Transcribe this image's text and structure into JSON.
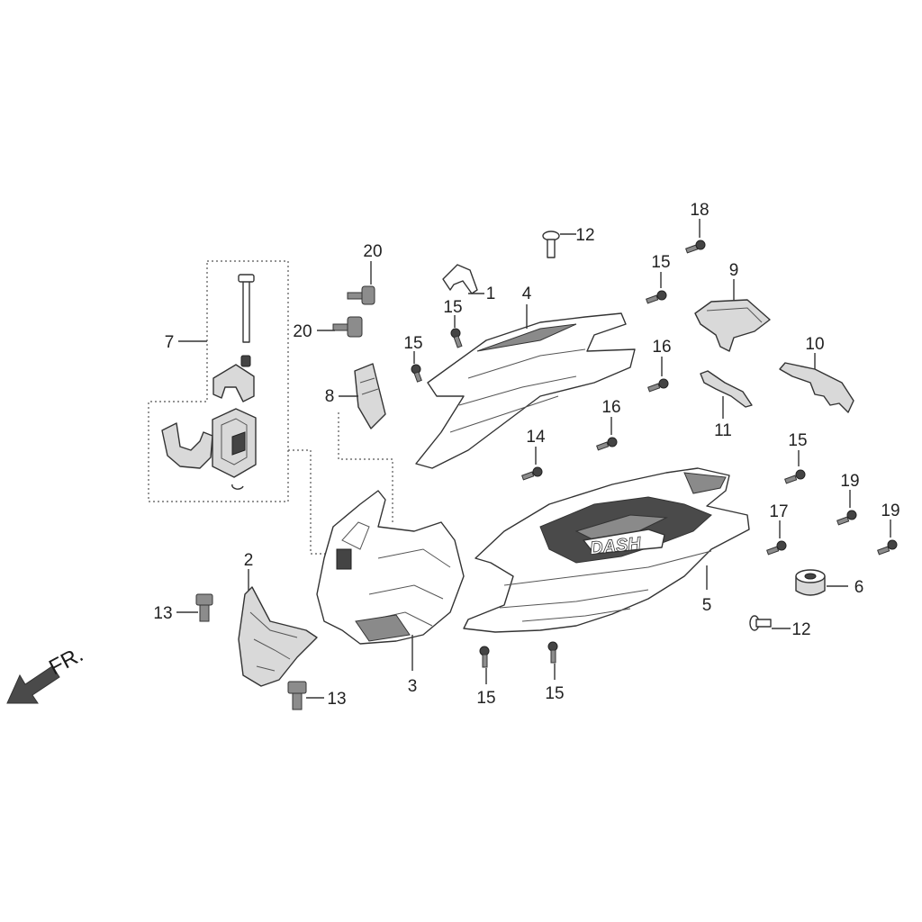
{
  "direction_marker": "FR.",
  "labels": {
    "l1": "1",
    "l2": "2",
    "l3": "3",
    "l4": "4",
    "l5": "5",
    "l6": "6",
    "l7": "7",
    "l8": "8",
    "l9": "9",
    "l10": "10",
    "l11": "11",
    "l12a": "12",
    "l12b": "12",
    "l13a": "13",
    "l13b": "13",
    "l14": "14",
    "l15a": "15",
    "l15b": "15",
    "l15c": "15",
    "l15d": "15",
    "l15e": "15",
    "l15f": "15",
    "l16a": "16",
    "l16b": "16",
    "l17": "17",
    "l18": "18",
    "l19a": "19",
    "l19b": "19",
    "l20a": "20",
    "l20b": "20"
  },
  "decal_text": "DASH"
}
